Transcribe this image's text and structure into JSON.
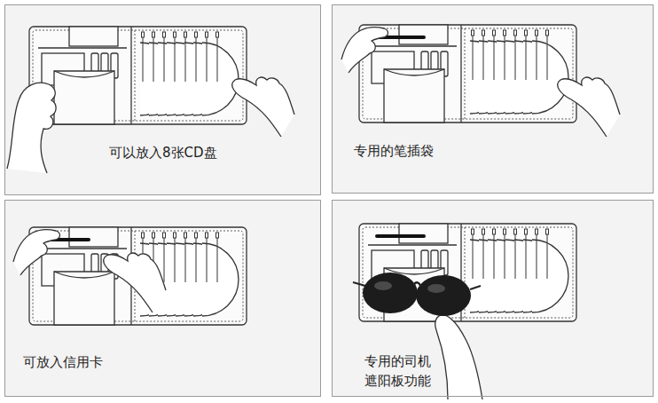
{
  "diagram": {
    "nodes": [
      {
        "text": [
          "可以放入8张CD盘"
        ]
      },
      {
        "text": [
          "专用的笔插袋"
        ]
      },
      {
        "text": [
          "可放入信用卡"
        ]
      },
      {
        "text": [
          "专用的司机 遮阳板功能"
        ]
      }
    ]
  }
}
